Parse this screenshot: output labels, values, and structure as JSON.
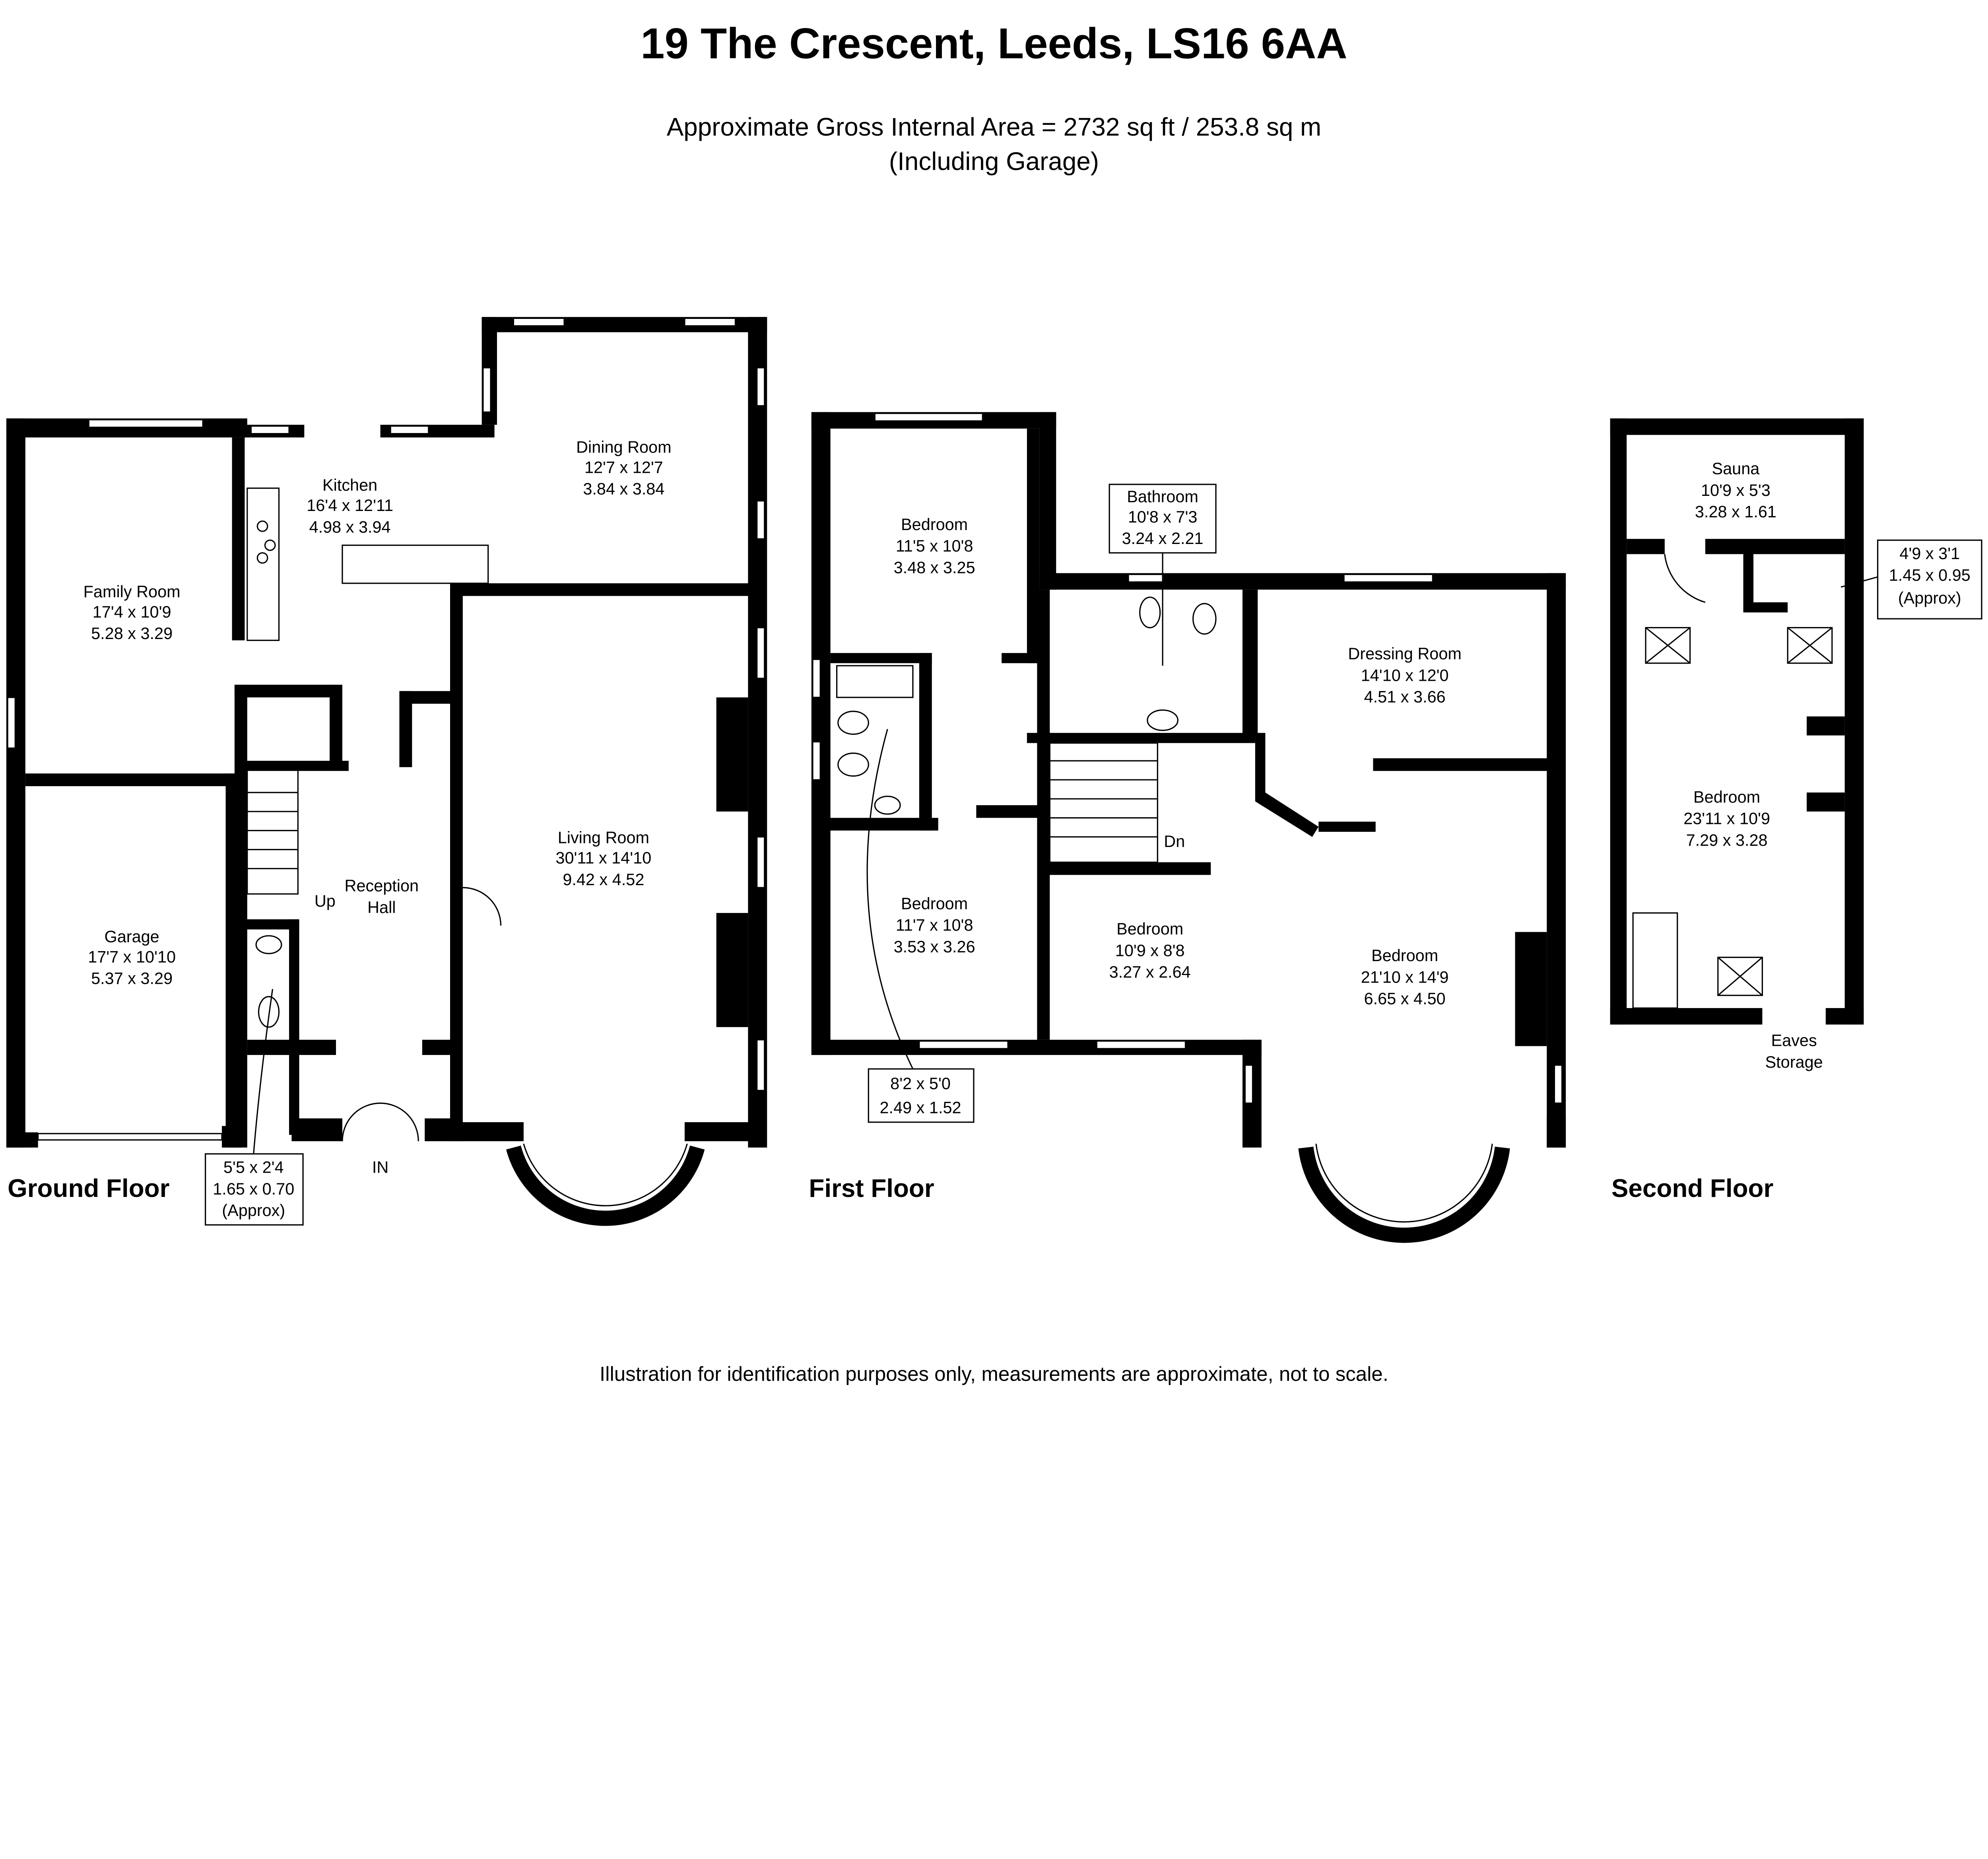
{
  "header": {
    "title": "19 The Crescent, Leeds, LS16 6AA",
    "area": "Approximate Gross Internal Area = 2732 sq ft / 253.8 sq m",
    "area_note": "(Including Garage)"
  },
  "floors": {
    "ground": {
      "label": "Ground Floor",
      "rooms": [
        {
          "name": "Family Room",
          "imperial": "17'4 x 10'9",
          "metric": "5.28 x 3.29"
        },
        {
          "name": "Garage",
          "imperial": "17'7 x 10'10",
          "metric": "5.37 x 3.29"
        },
        {
          "name": "Kitchen",
          "imperial": "16'4 x 12'11",
          "metric": "4.98 x 3.94"
        },
        {
          "name": "Dining Room",
          "imperial": "12'7 x 12'7",
          "metric": "3.84 x 3.84"
        },
        {
          "name": "Living Room",
          "imperial": "30'11 x 14'10",
          "metric": "9.42 x 4.52"
        },
        {
          "name": "Reception",
          "name2": "Hall"
        }
      ],
      "callout": {
        "imperial": "5'5 x 2'4",
        "metric": "1.65 x 0.70",
        "note": "(Approx)"
      },
      "up": "Up",
      "in": "IN"
    },
    "first": {
      "label": "First Floor",
      "rooms": [
        {
          "name": "Bedroom",
          "imperial": "11'5 x 10'8",
          "metric": "3.48 x 3.25"
        },
        {
          "name": "Bathroom",
          "imperial": "10'8 x 7'3",
          "metric": "3.24 x 2.21"
        },
        {
          "name": "Dressing Room",
          "imperial": "14'10 x 12'0",
          "metric": "4.51 x 3.66"
        },
        {
          "name": "Bedroom",
          "imperial": "11'7 x 10'8",
          "metric": "3.53 x 3.26"
        },
        {
          "name": "Bedroom",
          "imperial": "10'9 x 8'8",
          "metric": "3.27 x 2.64"
        },
        {
          "name": "Bedroom",
          "imperial": "21'10 x 14'9",
          "metric": "6.65 x 4.50"
        }
      ],
      "callout": {
        "imperial": "8'2 x 5'0",
        "metric": "2.49 x 1.52"
      },
      "dn": "Dn"
    },
    "second": {
      "label": "Second Floor",
      "rooms": [
        {
          "name": "Sauna",
          "imperial": "10'9 x 5'3",
          "metric": "3.28 x 1.61"
        },
        {
          "name": "Bedroom",
          "imperial": "23'11 x 10'9",
          "metric": "7.29 x 3.28"
        },
        {
          "name": "Eaves",
          "name2": "Storage"
        }
      ],
      "callout": {
        "imperial": "4'9 x 3'1",
        "metric": "1.45 x 0.95",
        "note": "(Approx)"
      }
    }
  },
  "footer": {
    "disclaimer": "Illustration for identification purposes only, measurements are approximate, not to scale."
  }
}
